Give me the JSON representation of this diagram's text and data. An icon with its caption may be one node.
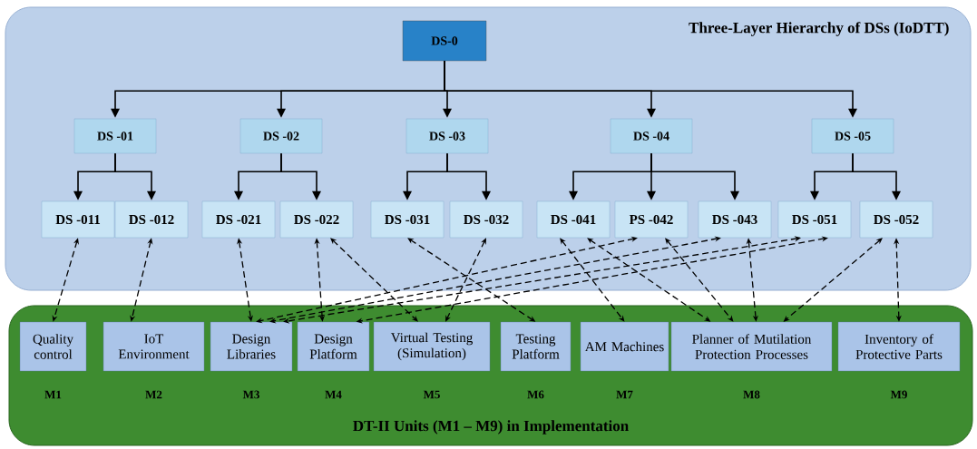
{
  "diagram": {
    "nodes": [
      {
        "text": [
          "Three-Layer Hierarchy of DSs (IoDTT)"
        ]
      },
      {
        "text": [
          "DS-0"
        ],
        "in": 0
      },
      {
        "text": [
          "DS -01"
        ],
        "in": 0
      },
      {
        "text": [
          "DS -02"
        ],
        "in": 0
      },
      {
        "text": [
          "DS -03"
        ],
        "in": 0
      },
      {
        "text": [
          "DS -04"
        ],
        "in": 0
      },
      {
        "text": [
          "DS -05"
        ],
        "in": 0
      },
      {
        "text": [
          "DS -011"
        ],
        "in": 0
      },
      {
        "text": [
          "DS -012"
        ],
        "in": 0
      },
      {
        "text": [
          "DS -021"
        ],
        "in": 0
      },
      {
        "text": [
          "DS -022"
        ],
        "in": 0
      },
      {
        "text": [
          "DS -031"
        ],
        "in": 0
      },
      {
        "text": [
          "DS -032"
        ],
        "in": 0
      },
      {
        "text": [
          "DS -041"
        ],
        "in": 0
      },
      {
        "text": [
          "PS -042"
        ],
        "in": 0
      },
      {
        "text": [
          "DS -043"
        ],
        "in": 0
      },
      {
        "text": [
          "DS -051"
        ],
        "in": 0
      },
      {
        "text": [
          "DS -052"
        ],
        "in": 0
      },
      {
        "text": [
          "DT-II Units (M1 – M9) in Implementation"
        ]
      },
      {
        "text": [
          "Quality control"
        ],
        "in": 18,
        "beside": [
          "M1"
        ]
      },
      {
        "text": [
          "IoT Environment"
        ],
        "in": 18,
        "beside": [
          "M2"
        ]
      },
      {
        "text": [
          "Design Libraries"
        ],
        "in": 18,
        "beside": [
          "M3"
        ]
      },
      {
        "text": [
          "Design Platform"
        ],
        "in": 18,
        "beside": [
          "M4"
        ]
      },
      {
        "text": [
          "Virtual Testing (Simulation)"
        ],
        "in": 18,
        "beside": [
          "M5"
        ]
      },
      {
        "text": [
          "Testing Platform"
        ],
        "in": 18,
        "beside": [
          "M6"
        ]
      },
      {
        "text": [
          "AM Machines"
        ],
        "in": 18,
        "beside": [
          "M7"
        ]
      },
      {
        "text": [
          "Planner of Mutilation Protection Processes"
        ],
        "in": 18,
        "beside": [
          "M8"
        ]
      },
      {
        "text": [
          "Inventory of Protective Parts"
        ],
        "in": 18,
        "beside": [
          "M9"
        ]
      }
    ],
    "edges": [
      {
        "from": 1,
        "to": 2,
        "arrow": "to"
      },
      {
        "from": 1,
        "to": 3,
        "arrow": "to"
      },
      {
        "from": 1,
        "to": 4,
        "arrow": "to"
      },
      {
        "from": 1,
        "to": 5,
        "arrow": "to"
      },
      {
        "from": 1,
        "to": 6,
        "arrow": "to"
      },
      {
        "from": 2,
        "to": 7,
        "arrow": "to"
      },
      {
        "from": 2,
        "to": 8,
        "arrow": "to"
      },
      {
        "from": 3,
        "to": 9,
        "arrow": "to"
      },
      {
        "from": 3,
        "to": 10,
        "arrow": "to"
      },
      {
        "from": 4,
        "to": 11,
        "arrow": "to"
      },
      {
        "from": 4,
        "to": 12,
        "arrow": "to"
      },
      {
        "from": 5,
        "to": 13,
        "arrow": "to"
      },
      {
        "from": 5,
        "to": 14,
        "arrow": "to"
      },
      {
        "from": 5,
        "to": 15,
        "arrow": "to"
      },
      {
        "from": 6,
        "to": 16,
        "arrow": "to"
      },
      {
        "from": 6,
        "to": 17,
        "arrow": "to"
      },
      {
        "from": 7,
        "to": 19,
        "arrow": "both",
        "style": "dashed"
      },
      {
        "from": 8,
        "to": 20,
        "arrow": "both",
        "style": "dashed"
      },
      {
        "from": 9,
        "to": 21,
        "arrow": "both",
        "style": "dashed"
      },
      {
        "from": 10,
        "to": 22,
        "arrow": "both",
        "style": "dashed"
      },
      {
        "from": 10,
        "to": 23,
        "arrow": "both",
        "style": "dashed"
      },
      {
        "from": 11,
        "to": 24,
        "arrow": "both",
        "style": "dashed"
      },
      {
        "from": 12,
        "to": 23,
        "arrow": "both",
        "style": "dashed"
      },
      {
        "from": 14,
        "to": 21,
        "arrow": "both",
        "style": "dashed"
      },
      {
        "from": 15,
        "to": 21,
        "arrow": "both",
        "style": "dashed"
      },
      {
        "from": 16,
        "to": 21,
        "arrow": "both",
        "style": "dashed"
      },
      {
        "from": 16,
        "to": 22,
        "arrow": "both",
        "style": "dashed"
      },
      {
        "from": 13,
        "to": 25,
        "arrow": "both",
        "style": "dashed"
      },
      {
        "from": 13,
        "to": 26,
        "arrow": "both",
        "style": "dashed"
      },
      {
        "from": 14,
        "to": 26,
        "arrow": "both",
        "style": "dashed"
      },
      {
        "from": 15,
        "to": 26,
        "arrow": "both",
        "style": "dashed"
      },
      {
        "from": 17,
        "to": 26,
        "arrow": "both",
        "style": "dashed"
      },
      {
        "from": 17,
        "to": 27,
        "arrow": "both",
        "style": "dashed"
      }
    ]
  }
}
